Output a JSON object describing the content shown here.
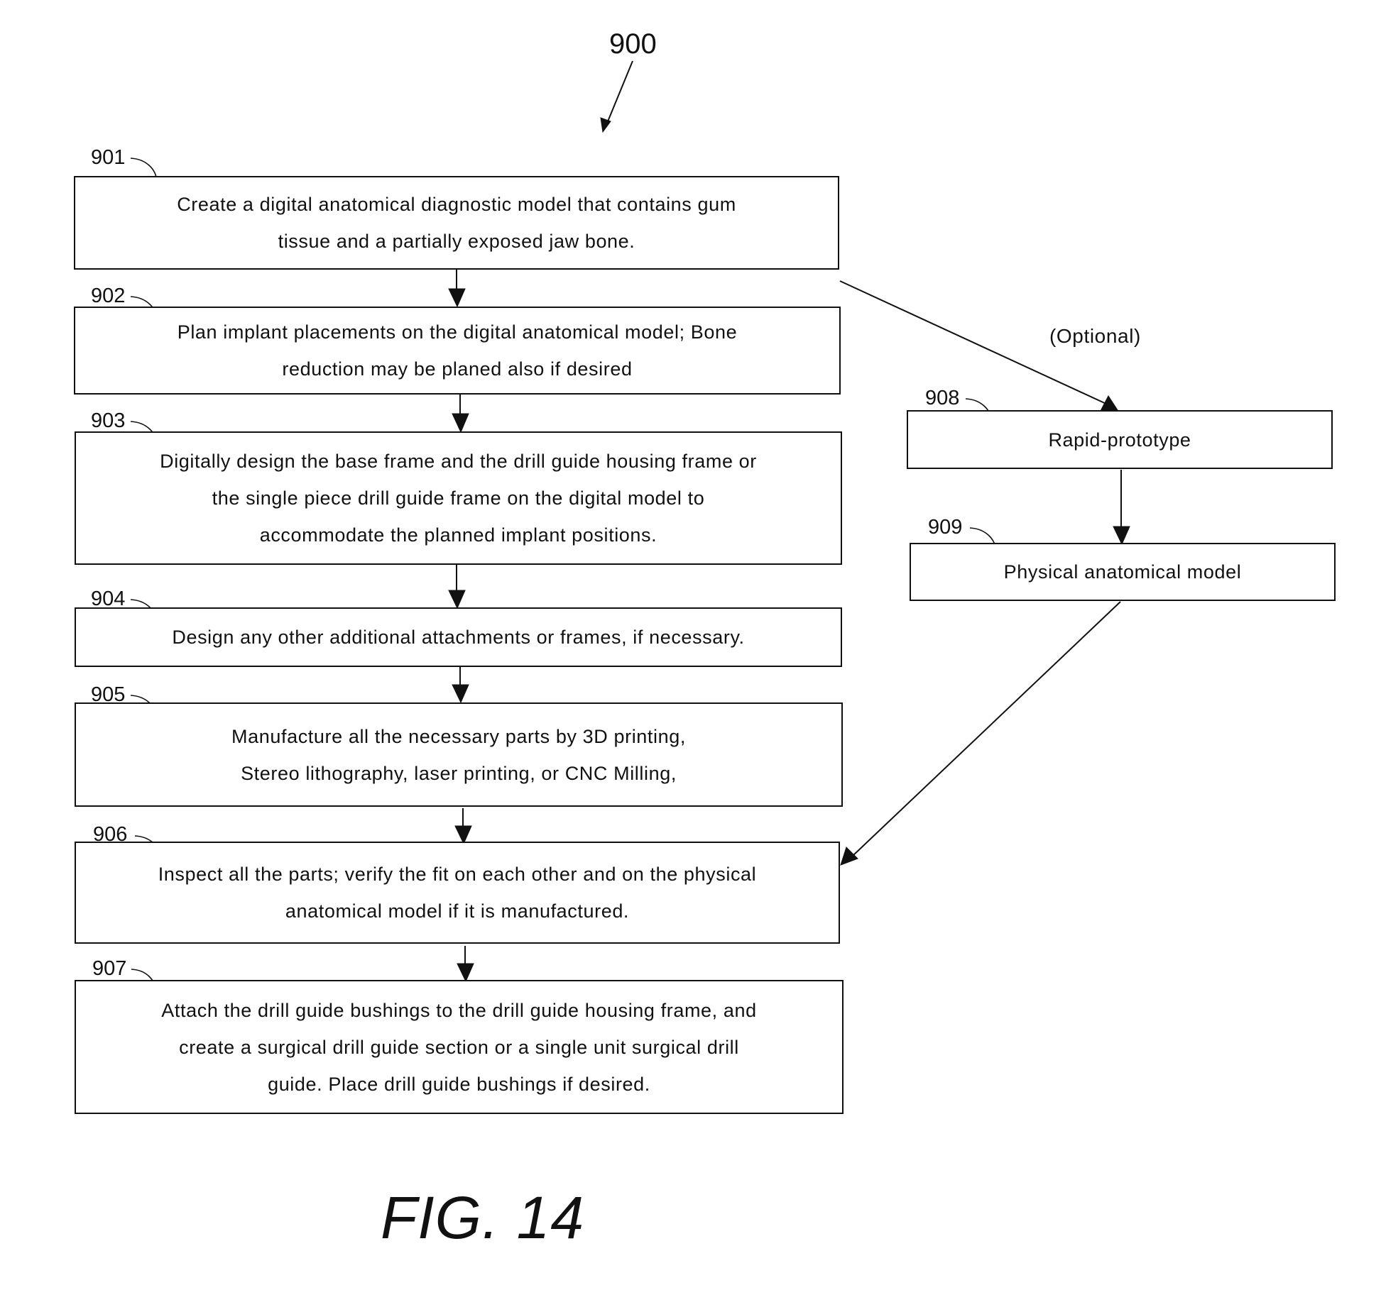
{
  "figure": {
    "reference_number": "900",
    "caption": "FIG. 14",
    "optional_label": "(Optional)"
  },
  "steps": [
    {
      "ref": "901",
      "text": "Create a digital anatomical diagnostic model that contains gum\ntissue and a partially exposed jaw bone."
    },
    {
      "ref": "902",
      "text": "Plan implant placements on the digital anatomical model; Bone\nreduction may be planed also if desired"
    },
    {
      "ref": "903",
      "text": "Digitally design the base frame and the drill guide housing frame or\nthe single piece drill guide frame on the digital model to\naccommodate the planned implant positions."
    },
    {
      "ref": "904",
      "text": "Design any other additional attachments or frames, if necessary."
    },
    {
      "ref": "905",
      "text": "Manufacture all the necessary parts by 3D printing,\nStereo lithography, laser printing, or CNC Milling,"
    },
    {
      "ref": "906",
      "text": "Inspect all the parts; verify the fit on each other and on the physical\nanatomical model if it is manufactured."
    },
    {
      "ref": "907",
      "text": "Attach the drill guide bushings to the drill guide housing frame, and\ncreate a surgical drill guide section or a single unit surgical drill\nguide.  Place drill guide bushings if desired."
    },
    {
      "ref": "908",
      "text": "Rapid-prototype"
    },
    {
      "ref": "909",
      "text": "Physical anatomical model"
    }
  ],
  "connections": [
    {
      "from": "901",
      "to": "902"
    },
    {
      "from": "902",
      "to": "903"
    },
    {
      "from": "903",
      "to": "904"
    },
    {
      "from": "904",
      "to": "905"
    },
    {
      "from": "905",
      "to": "906"
    },
    {
      "from": "906",
      "to": "907"
    },
    {
      "from": "901",
      "to": "908",
      "label": "(Optional)"
    },
    {
      "from": "908",
      "to": "909"
    },
    {
      "from": "909",
      "to": "906"
    }
  ]
}
